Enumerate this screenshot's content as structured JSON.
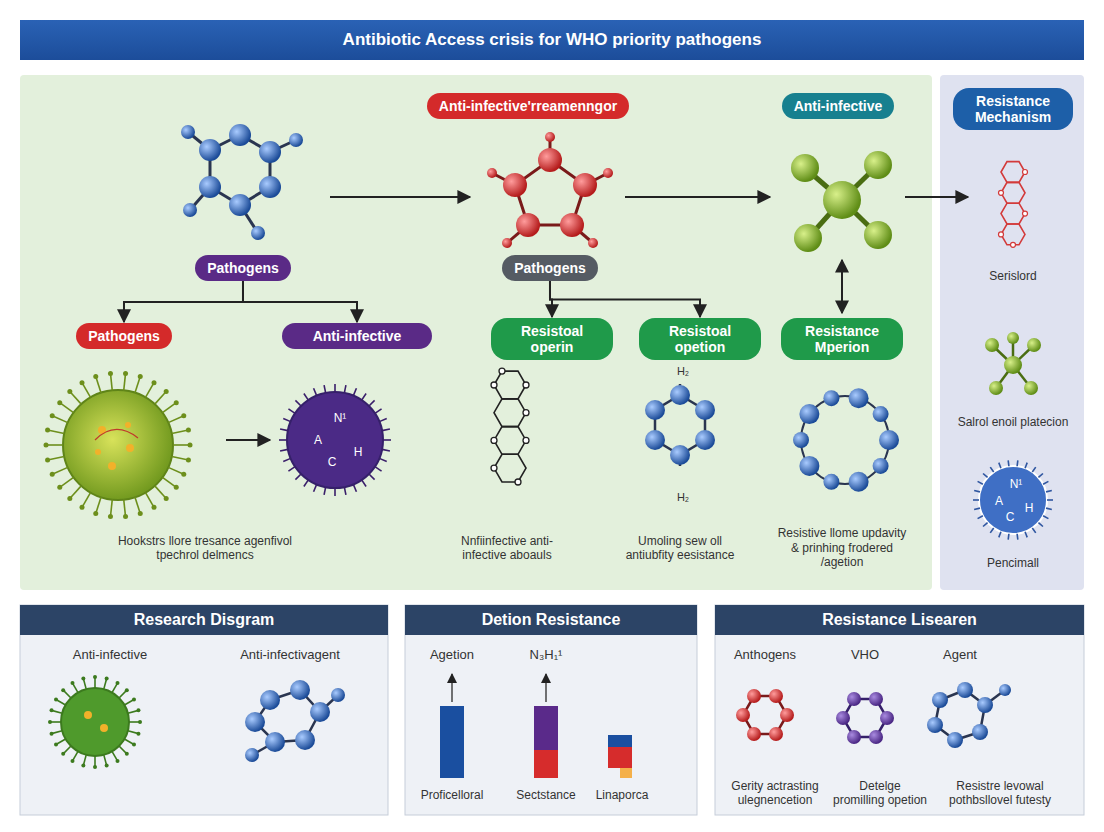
{
  "diagram": {
    "title": "Antibiotic Access crisis for WHO priority pathogens",
    "nodes": [
      {
        "text": [
          "Anti-infective'rreamenngor"
        ]
      },
      {
        "text": [
          "Anti-infective"
        ]
      },
      {
        "text": [
          "Resistance Mechanism"
        ]
      },
      {
        "text": [
          "Pathogens"
        ]
      },
      {
        "text": [
          "Pathogens"
        ]
      },
      {
        "text": [
          "Pathogens"
        ]
      },
      {
        "text": [
          "Anti-infective"
        ]
      },
      {
        "text": [
          "Resistoal operin"
        ]
      },
      {
        "text": [
          "Resistoal opetion"
        ]
      },
      {
        "text": [
          "Resistance Mperion"
        ]
      },
      {
        "text": [
          "Research Disgram"
        ]
      },
      {
        "text": [
          "Detion Resistance"
        ]
      },
      {
        "text": [
          "Resistance Lisearen"
        ]
      }
    ],
    "edges": [
      {
        "from": 3,
        "to": 5,
        "arrow": "to"
      },
      {
        "from": 3,
        "to": 6,
        "arrow": "to"
      },
      {
        "from": 4,
        "to": 7,
        "arrow": "to"
      },
      {
        "from": 4,
        "to": 8,
        "arrow": "to"
      }
    ],
    "labels": [
      "Hookstrs llore tresance agenfivol tpechrol delmencs",
      "Nnfiinfective anti-infective aboauls",
      "Umoling sew oll antiubfity eesistance",
      "Resistive llome updavity & prinhing frodered /agetion",
      "Serislord",
      "Salrol enoil platecion",
      "Pencimall",
      "H₂",
      "H₂",
      "N¹",
      "A",
      "C",
      "H",
      "N¹",
      "A",
      "C",
      "H",
      "Anti-infective",
      "Anti-infectivagent",
      "Agetion",
      "N₃H₁¹",
      "Proficelloral",
      "Sectstance",
      "Linaporca",
      "Anthogens",
      "VHO",
      "Agent",
      "Gerity actrasting ulegnencetion",
      "Detelge promilling opetion",
      "Resistre levowal pothbsllovel futesty"
    ]
  }
}
